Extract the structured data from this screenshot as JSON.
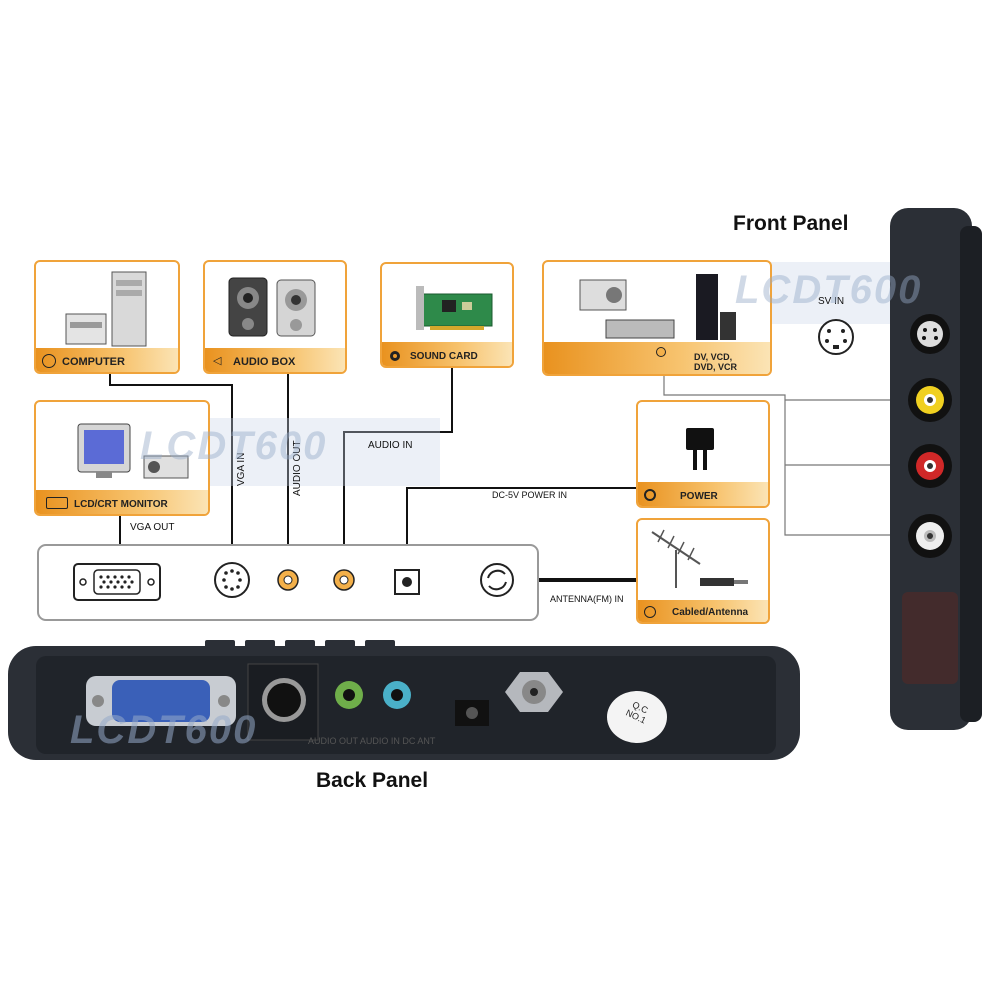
{
  "titles": {
    "front_panel": "Front Panel",
    "back_panel": "Back Panel"
  },
  "watermark": "LCDT600",
  "devices": {
    "computer": "COMPUTER",
    "audio_box": "AUDIO BOX",
    "sound_card": "SOUND CARD",
    "av_sources": "DV, VCD, DVD, VCR",
    "monitor": "LCD/CRT MONITOR",
    "power": "POWER",
    "antenna": "Cabled/Antenna"
  },
  "connections": {
    "vga_in": "VGA IN",
    "audio_out": "AUDIO OUT",
    "audio_in": "AUDIO IN",
    "vga_out": "VGA OUT",
    "dc_power_in": "DC-5V POWER IN",
    "antenna_fm_in": "ANTENNA(FM) IN",
    "sv_in": "SV IN"
  },
  "back_panel": {
    "print_text": "AUDIO OUT  AUDIO IN  DC  ANT",
    "qc_label": "Q.C NO.1"
  },
  "colors": {
    "accent": "#f0a33a",
    "device_body": "#2b2f36"
  }
}
